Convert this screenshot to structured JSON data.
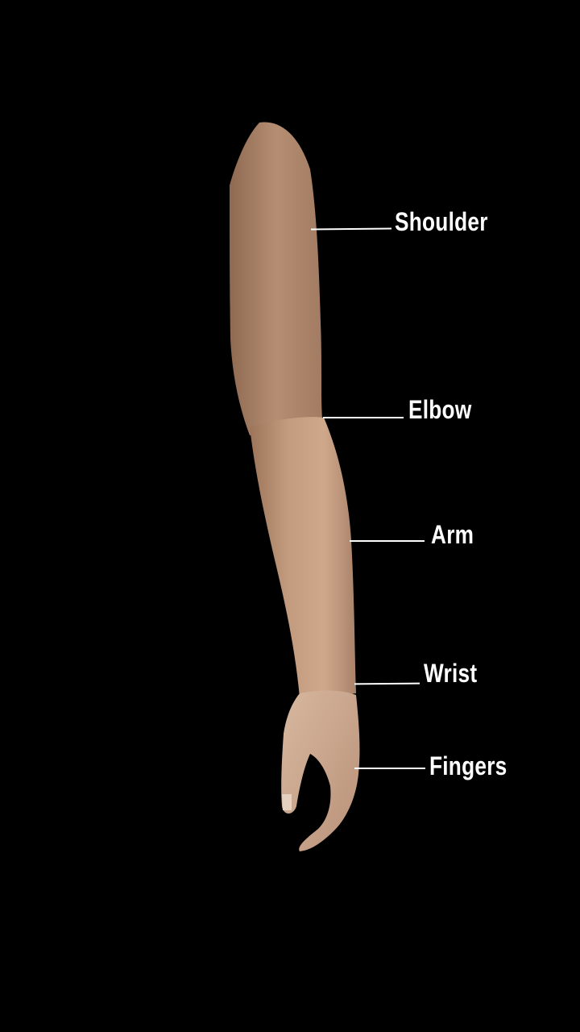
{
  "diagram": {
    "background": "#000000",
    "label_color": "#ffffff",
    "skin_color": "#c49a7c",
    "labels": {
      "shoulder": "Shoulder",
      "elbow": "Elbow",
      "arm": "Arm",
      "wrist": "Wrist",
      "fingers": "Fingers"
    }
  }
}
